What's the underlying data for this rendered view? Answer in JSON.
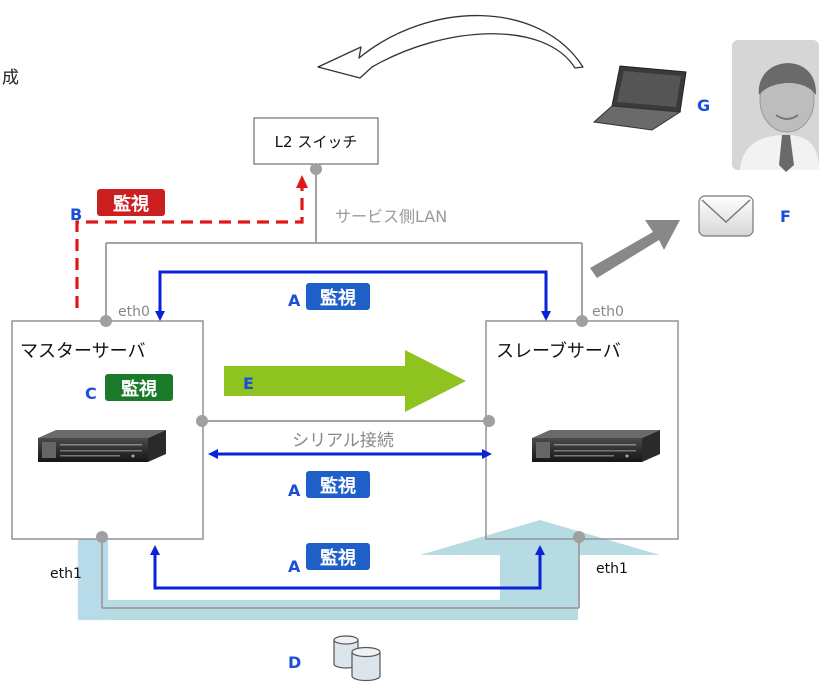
{
  "heading_char": "成",
  "switch": {
    "label": "L2 スイッチ"
  },
  "lan_label": "サービス側LAN",
  "master": {
    "title": "マスターサーバ",
    "eth0": "eth0",
    "eth1": "eth1"
  },
  "slave": {
    "title": "スレーブサーバ",
    "eth0": "eth0",
    "eth1": "eth1"
  },
  "serial_label": "シリアル接続",
  "badges": {
    "monitor_text": "監視",
    "red_bg": "#cc1f1f",
    "blue_bg": "#1f5fc8",
    "green_bg": "#1a7a2a"
  },
  "letters": {
    "A": "A",
    "B": "B",
    "C": "C",
    "D": "D",
    "E": "E",
    "F": "F",
    "G": "G"
  },
  "colors": {
    "line_gray": "#a3a3a3",
    "arrow_blue": "#0a22d8",
    "dash_red": "#e01818",
    "green_arrow": "#8fc31f",
    "teal_bg": "#a9d5dd",
    "letter_blue": "#1a4fd8"
  },
  "icons": [
    "rotate-arrow-icon",
    "laptop-icon",
    "person-icon",
    "mail-icon",
    "server-icon",
    "database-icon"
  ]
}
